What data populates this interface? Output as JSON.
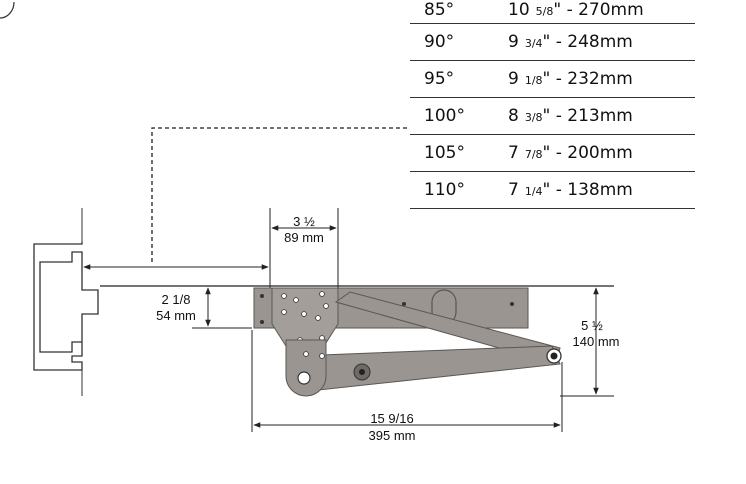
{
  "table": {
    "rows": [
      {
        "angle": "85°",
        "whole": "10",
        "frac": "5/8",
        "mm": "\" - 270mm"
      },
      {
        "angle": "90°",
        "whole": "9",
        "frac": "3/4",
        "mm": "\" - 248mm"
      },
      {
        "angle": "95°",
        "whole": "9",
        "frac": "1/8",
        "mm": "\" - 232mm"
      },
      {
        "angle": "100°",
        "whole": "8",
        "frac": "3/8",
        "mm": "\" - 213mm"
      },
      {
        "angle": "105°",
        "whole": "7",
        "frac": "7/8",
        "mm": "\" - 200mm"
      },
      {
        "angle": "110°",
        "whole": "7",
        "frac": "1/4",
        "mm": "\" - 138mm"
      }
    ]
  },
  "dimensions": {
    "top_offset_in": "3 ½",
    "top_offset_mm": "89 mm",
    "height_in": "2 1/8",
    "height_mm": "54 mm",
    "arm_drop_in": "5 ½",
    "arm_drop_mm": "140 mm",
    "length_in": "15 9/16",
    "length_mm": "395 mm"
  },
  "colors": {
    "metal": "#9a9591",
    "metal_dark": "#5a5653",
    "line": "#222222"
  }
}
